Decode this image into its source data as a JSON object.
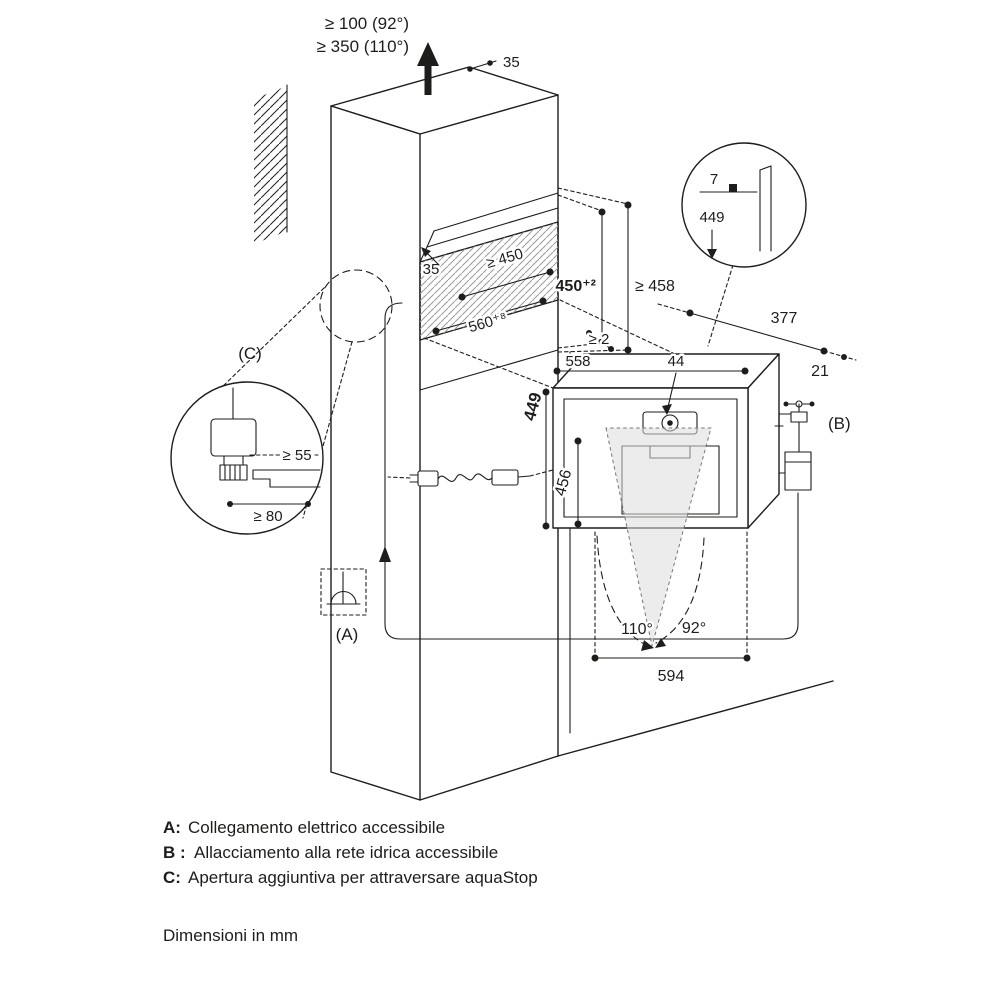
{
  "colors": {
    "line": "#1d1d1b",
    "niche_fill": "#c7c7c7",
    "shadow_fill": "#dcdcdc"
  },
  "dims": {
    "clearance_92": "≥ 100 (92°)",
    "clearance_110": "≥ 350 (110°)",
    "top_panel_35": "35",
    "niche_front_35": "35",
    "niche_width": "≥ 450",
    "niche_depth": "560⁺⁸",
    "niche_height": "450⁺²",
    "niche_outer_height": "≥ 458",
    "rear_gap": "≥ 2",
    "appliance_width": "558",
    "dispenser_44": "44",
    "appliance_height": "449",
    "front_height": "456",
    "water_distance": "377",
    "water_offset": "21",
    "detail_top_gap": "7",
    "detail_height": "449",
    "cutout_width": "≥ 55",
    "cutout_depth": "≥ 80",
    "door_angle_110": "110°",
    "door_angle_92": "92°",
    "appliance_depth": "594"
  },
  "labels": {
    "a": "(A)",
    "b": "(B)",
    "c": "(C)"
  },
  "legend": {
    "rows": [
      {
        "key": "A:",
        "text": "Collegamento elettrico accessibile"
      },
      {
        "key": "B :",
        "text": "Allacciamento alla rete idrica accessibile"
      },
      {
        "key": "C:",
        "text": "Apertura aggiuntiva per attraversare aquaStop"
      }
    ],
    "units": "Dimensioni in mm"
  }
}
